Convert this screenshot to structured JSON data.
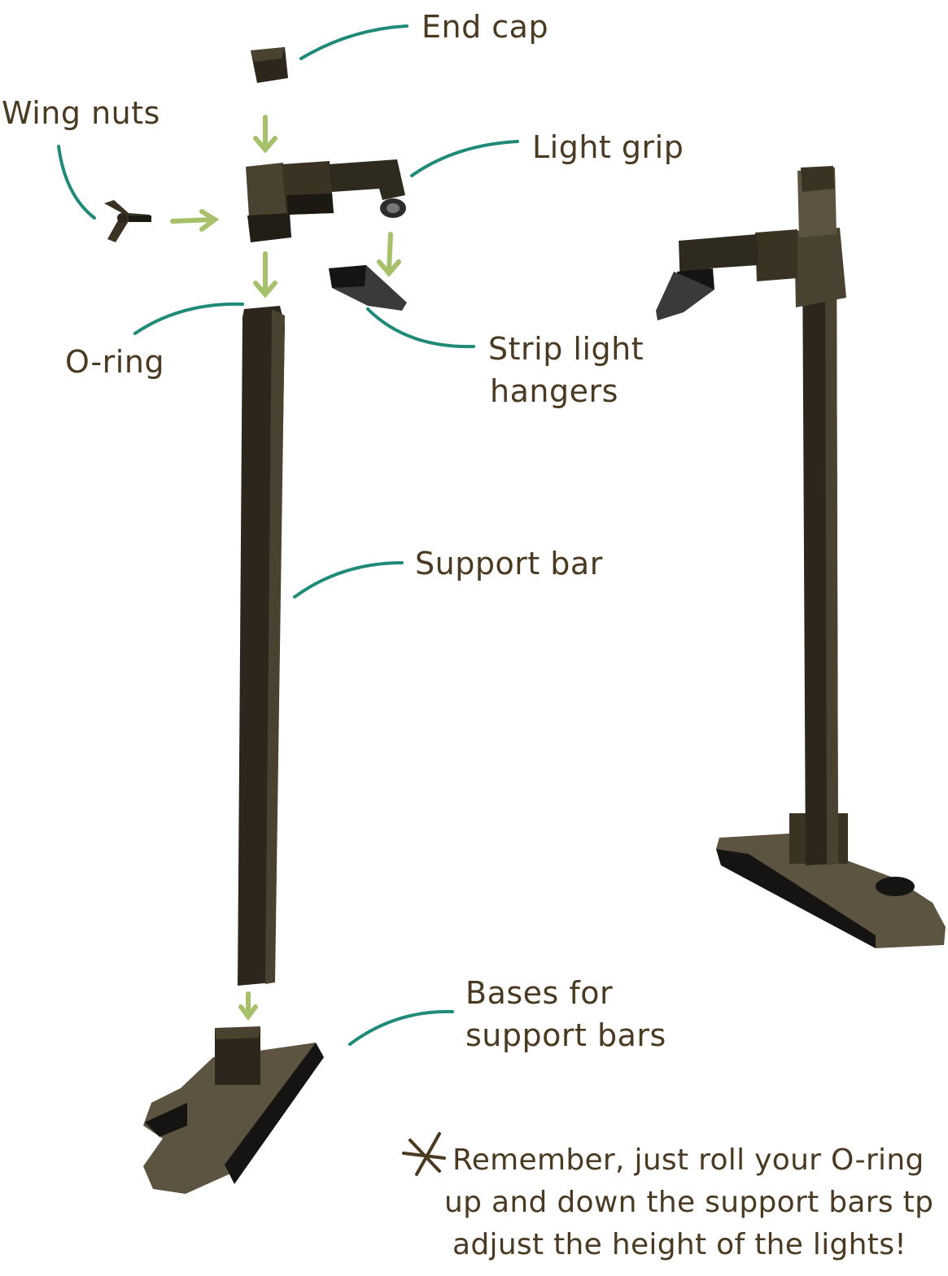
{
  "labels": {
    "end_cap": "End cap",
    "wing_nuts": "Wing nuts",
    "light_grip": "Light grip",
    "o_ring": "O-ring",
    "strip_light_hangers_line1": "Strip light",
    "strip_light_hangers_line2": "hangers",
    "support_bar": "Support bar",
    "bases_line1": "Bases for",
    "bases_line2": "support bars"
  },
  "note": {
    "line1": "Remember, just roll your O-ring",
    "line2": "up and down the support bars tp",
    "line3": "adjust the height of the lights!"
  },
  "colors": {
    "label_text": "#4a3a22",
    "leader_line": "#1f8a78",
    "arrow": "#a7c06a",
    "part_dark": "#2c261c",
    "part_mid": "#4a4230",
    "part_light": "#5c5340",
    "hanger_grey": "#3a3a3a"
  }
}
